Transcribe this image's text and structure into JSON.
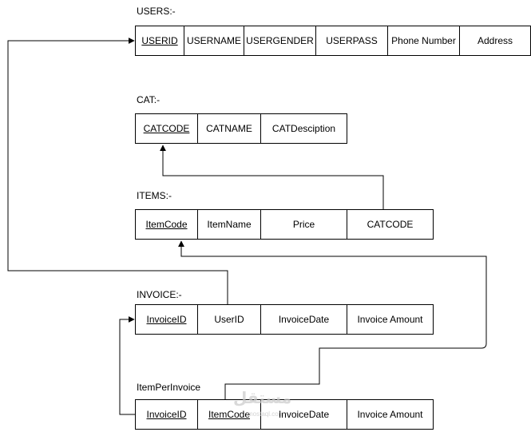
{
  "users": {
    "title": "USERS:-",
    "fields": [
      "USERID",
      "USERNAME",
      "USERGENDER",
      "USERPASS",
      "Phone Number",
      "Address"
    ]
  },
  "cat": {
    "title": "CAT:-",
    "fields": [
      "CATCODE",
      "CATNAME",
      "CATDesciption"
    ]
  },
  "items": {
    "title": "ITEMS:-",
    "fields": [
      "ItemCode",
      "ItemName",
      "Price",
      "CATCODE"
    ]
  },
  "invoice": {
    "title": "INVOICE:-",
    "fields": [
      "InvoiceID",
      "UserID",
      "InvoiceDate",
      "Invoice Amount"
    ]
  },
  "itemperinvoice": {
    "title": "ItemPerInvoice",
    "fields": [
      "InvoiceID",
      "ItemCode",
      "InvoiceDate",
      "Invoice Amount"
    ]
  },
  "watermark": {
    "text": "مستقل",
    "subtext": "mostaql.com"
  }
}
